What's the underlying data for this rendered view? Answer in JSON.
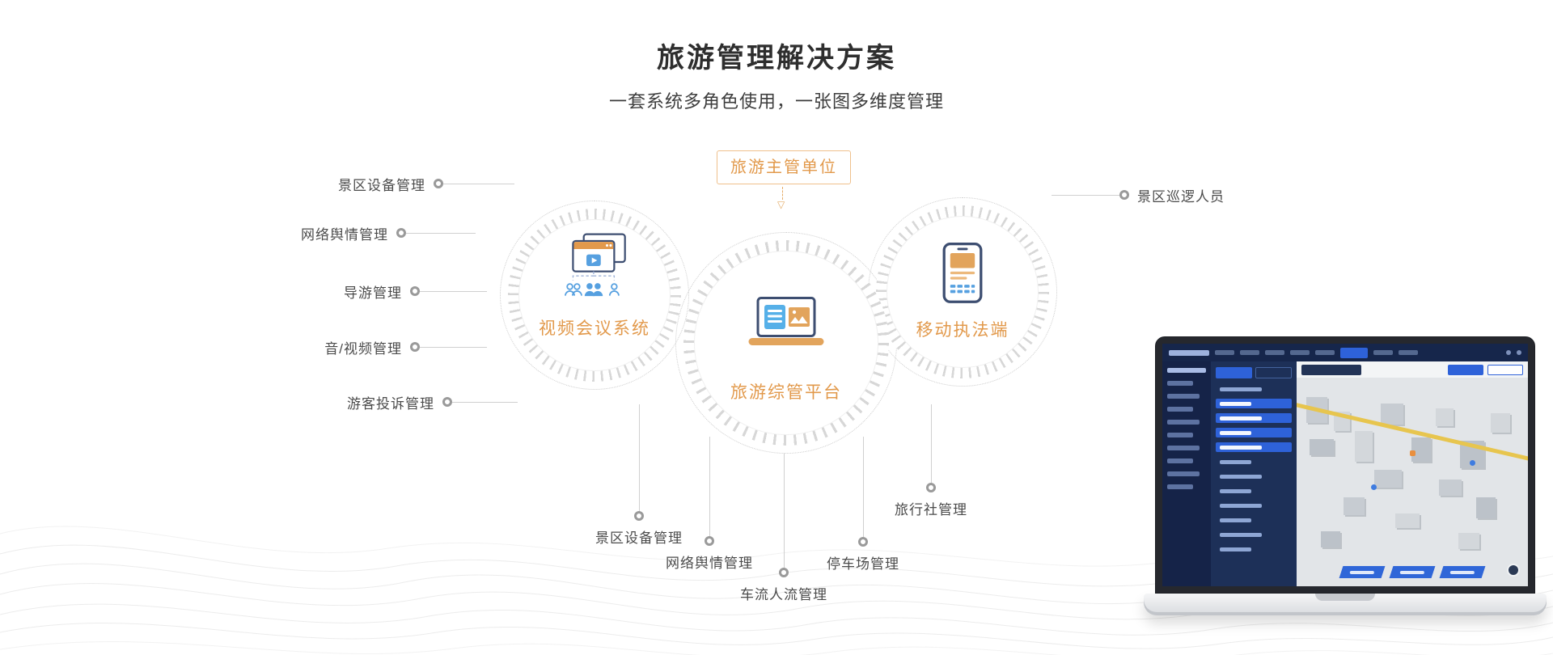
{
  "page": {
    "title": "旅游管理解决方案",
    "subtitle": "一套系统多角色使用，一张图多维度管理"
  },
  "diagram": {
    "authority_box": "旅游主管单位",
    "nodes": {
      "video": "视频会议系统",
      "platform": "旅游综管平台",
      "mobile": "移动执法端"
    },
    "left_labels": [
      "景区设备管理",
      "网络舆情管理",
      "导游管理",
      "音/视频管理",
      "游客投诉管理"
    ],
    "right_labels": [
      "景区巡逻人员"
    ],
    "bottom_labels": [
      "景区设备管理",
      "网络舆情管理",
      "车流人流管理",
      "停车场管理",
      "旅行社管理"
    ]
  },
  "icons": {
    "video": "video-conference-window-icon",
    "platform": "laptop-dashboard-icon",
    "mobile": "smartphone-icon",
    "arrow_glyph": "▽"
  },
  "colors": {
    "accent_orange": "#E2994B",
    "accent_blue": "#56A0E0",
    "outline_navy": "#3D4E71",
    "label_text": "#4B4B4B",
    "line_gray": "#D0D0D0",
    "dot_gray": "#9A9A9A",
    "dashboard_blue": "#2E62D9"
  }
}
